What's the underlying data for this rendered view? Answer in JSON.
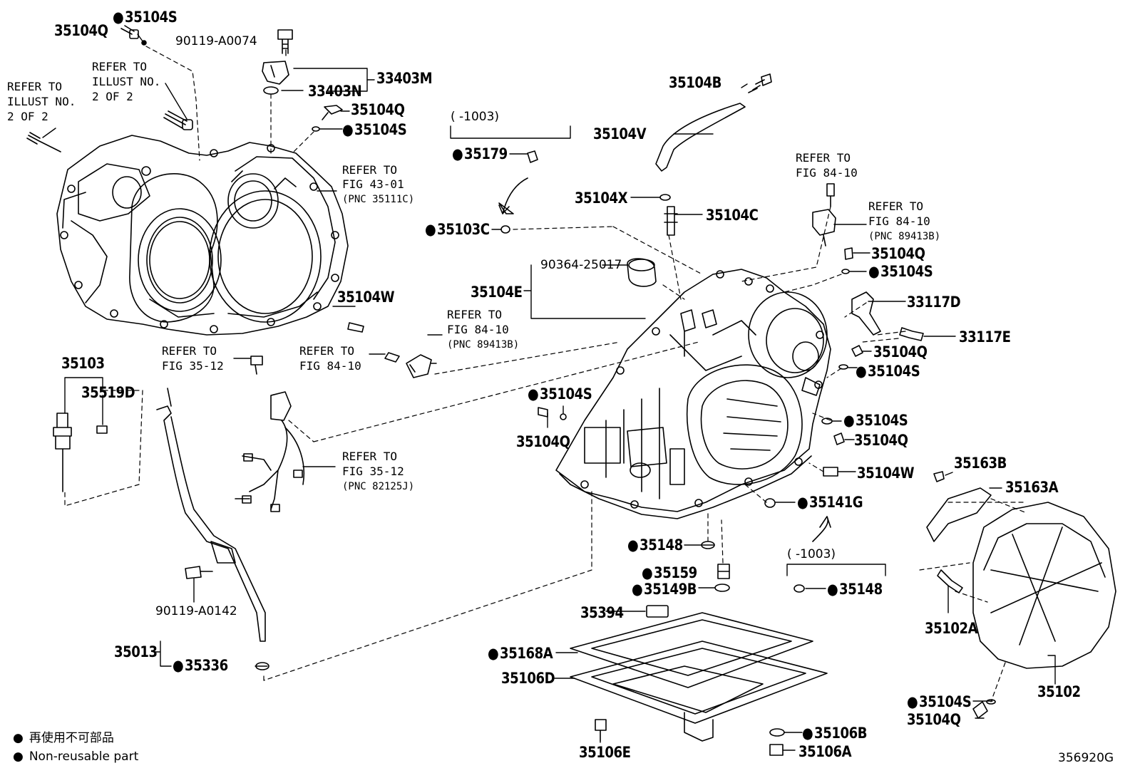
{
  "legend": {
    "jp": "再使用不可部品",
    "en": "Non-reusable part",
    "bullet": "●"
  },
  "illustration_code": "356920G",
  "refers": {
    "illust_left_1": "REFER TO",
    "illust_left_2": "ILLUST NO.",
    "illust_left_3": "2 OF 2",
    "illust_mid_1": "REFER TO",
    "illust_mid_2": "ILLUST NO.",
    "illust_mid_3": "2 OF 2",
    "fig4301_1": "REFER TO",
    "fig4301_2": "FIG 43-01",
    "fig4301_3": "(PNC 35111C)",
    "fig3512a_1": "REFER TO",
    "fig3512a_2": "FIG 35-12",
    "fig8410a_1": "REFER TO",
    "fig8410a_2": "FIG 84-10",
    "fig8410b_1": "REFER TO",
    "fig8410b_2": "FIG 84-10",
    "fig8410b_3": "(PNC 89413B)",
    "fig3512b_1": "REFER TO",
    "fig3512b_2": "FIG 35-12",
    "fig3512b_3": "(PNC 82125J)",
    "fig8410c_1": "REFER TO",
    "fig8410c_2": "FIG 84-10",
    "fig8410d_1": "REFER TO",
    "fig8410d_2": "FIG 84-10",
    "fig8410d_3": "(PNC 89413B)",
    "range_a": "(     -1003)",
    "range_b": "(     -1003)"
  },
  "parts": {
    "p35104S_a": "35104S",
    "p35104Q_a": "35104Q",
    "p90119A0074": "90119-A0074",
    "p33403M": "33403M",
    "p33403N": "33403N",
    "p35104Q_b": "35104Q",
    "p35104S_b": "35104S",
    "p35104W_a": "35104W",
    "p35103": "35103",
    "p35519D": "35519D",
    "p35179": "35179",
    "p35103C": "35103C",
    "p35104B": "35104B",
    "p35104V": "35104V",
    "p35104X": "35104X",
    "p35104C": "35104C",
    "p9036425017": "90364-25017",
    "p35104E": "35104E",
    "p35104Q_c": "35104Q",
    "p35104S_c": "35104S",
    "p33117D": "33117D",
    "p33117E": "33117E",
    "p35104Q_d": "35104Q",
    "p35104S_d": "35104S",
    "p35104S_e": "35104S",
    "p35104Q_e": "35104Q",
    "p35104S_f": "35104S",
    "p35104Q_f": "35104Q",
    "p35104W_b": "35104W",
    "p35141G": "35141G",
    "p35163B": "35163B",
    "p35163A": "35163A",
    "p35148_a": "35148",
    "p35159": "35159",
    "p35149B": "35149B",
    "p35148_b": "35148",
    "p90119A0142": "90119-A0142",
    "p35013": "35013",
    "p35336": "35336",
    "p35394": "35394",
    "p35168A": "35168A",
    "p35106D": "35106D",
    "p35106E": "35106E",
    "p35106B": "35106B",
    "p35106A": "35106A",
    "p35102A": "35102A",
    "p35102": "35102",
    "p35104S_g": "35104S",
    "p35104Q_g": "35104Q"
  }
}
